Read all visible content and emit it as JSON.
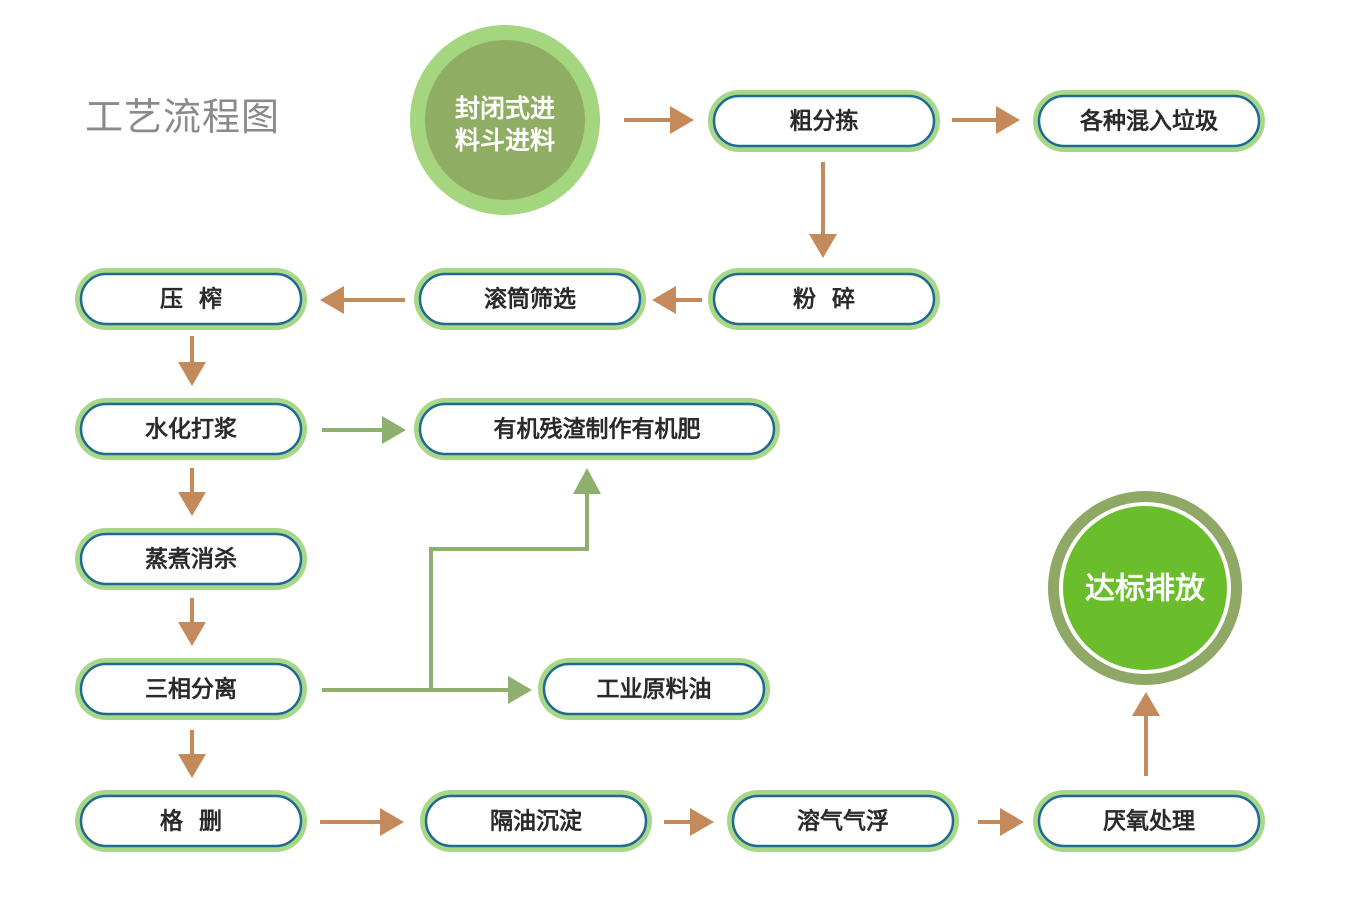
{
  "title": "工艺流程图",
  "colors": {
    "node_outer": "#a7d787",
    "node_inner_border": "#1e6a92",
    "node_fill": "#ffffff",
    "arrow_main": "#c48a5c",
    "arrow_green": "#8faf6e",
    "start_circle_outer": "#a3d67e",
    "start_circle_inner": "#8fae63",
    "end_circle_outer": "#8fa866",
    "end_circle_inner": "#6abe2c"
  },
  "nodes": {
    "start_line1": "封闭式进",
    "start_line2": "料斗进料",
    "rough_sort": "粗分拣",
    "mixed_garbage": "各种混入垃圾",
    "crush": "粉  碎",
    "drum_screen": "滚筒筛选",
    "press": "压  榨",
    "hydro_pulp": "水化打浆",
    "organic_fertilizer": "有机残渣制作有机肥",
    "steam_sterilize": "蒸煮消杀",
    "three_phase": "三相分离",
    "industrial_oil": "工业原料油",
    "grille": "格  删",
    "oil_separation": "隔油沉淀",
    "air_flotation": "溶气气浮",
    "anaerobic": "厌氧处理",
    "end": "达标排放"
  }
}
